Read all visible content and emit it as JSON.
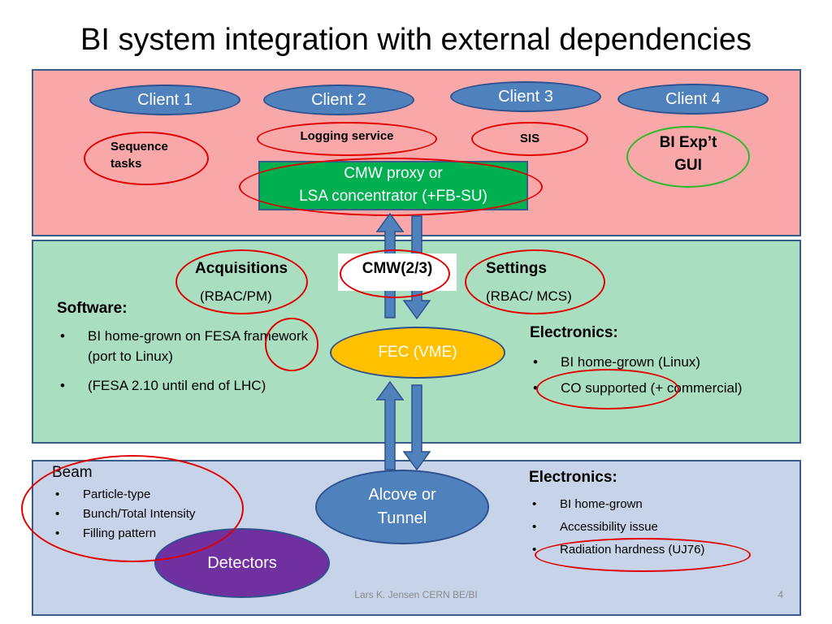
{
  "title": "BI system integration with external dependencies",
  "top": {
    "clients": [
      "Client 1",
      "Client 2",
      "Client 3",
      "Client 4"
    ],
    "logging": "Logging service",
    "sis": "SIS",
    "sequence": "Sequence tasks",
    "bigui": "BI Exp’t GUI",
    "proxy_line1": "CMW proxy or",
    "proxy_line2": "LSA concentrator (+FB-SU)"
  },
  "middle": {
    "acq_title": "Acquisitions",
    "acq_sub": "(RBAC/PM)",
    "cmw": "CMW(2/3)",
    "settings_title": "Settings",
    "settings_sub": "(RBAC/ MCS)",
    "software_title": "Software:",
    "software_items": [
      "BI home-grown on FESA framework (port to Linux)",
      "(FESA 2.10 until end of LHC)"
    ],
    "fec": "FEC (VME)",
    "elec_title": "Electronics:",
    "elec_items": [
      "BI home-grown (Linux)",
      "CO supported (+ commercial)"
    ]
  },
  "bottom": {
    "beam_title": "Beam",
    "beam_items": [
      "Particle-type",
      "Bunch/Total Intensity",
      "Filling pattern"
    ],
    "alcove": "Alcove or Tunnel",
    "detectors": "Detectors",
    "elec_title": "Electronics:",
    "elec_items": [
      "BI home-grown",
      "Accessibility issue",
      "Radiation hardness (UJ76)"
    ]
  },
  "footer": {
    "author": "Lars K. Jensen CERN BE/BI",
    "page": "4"
  },
  "colors": {
    "top_panel": "#f9a8aa",
    "mid_panel": "#a9dfc0",
    "bottom_panel": "#c7d3e8",
    "client": "#4f81bd",
    "proxy": "#00b050",
    "fec": "#ffc000",
    "detectors": "#7030a0",
    "ring_red": "#e00000",
    "ring_green": "#2db82d"
  }
}
